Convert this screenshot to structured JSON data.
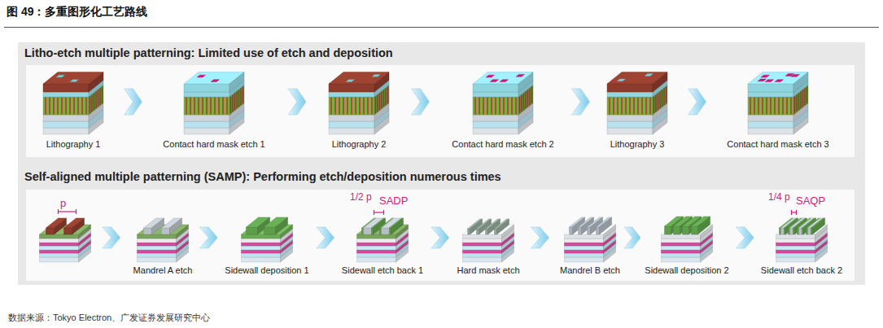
{
  "diagram": {
    "title": "图 49：多重图形化工艺路线",
    "caption": "数据来源：Tokyo Electron、广发证券发展研究中心",
    "nodes": [
      {
        "text": [
          "Litho-etch multiple patterning: Limited use of etch and deposition"
        ]
      },
      {
        "text": [
          "Lithography 1"
        ],
        "in": 0
      },
      {
        "text": [
          "Contact hard mask etch 1"
        ],
        "in": 0
      },
      {
        "text": [
          "Lithography 2"
        ],
        "in": 0
      },
      {
        "text": [
          "Contact hard mask etch 2"
        ],
        "in": 0
      },
      {
        "text": [
          "Lithography 3"
        ],
        "in": 0
      },
      {
        "text": [
          "Contact hard mask etch 3"
        ],
        "in": 0
      },
      {
        "text": [
          "Self-aligned multiple patterning (SAMP): Performing etch/deposition numerous times"
        ]
      },
      {
        "text": [
          "p"
        ],
        "in": 7
      },
      {
        "text": [
          "Mandrel A etch"
        ],
        "in": 7
      },
      {
        "text": [
          "Sidewall deposition 1"
        ],
        "in": 7
      },
      {
        "text": [
          "Sidewall etch back 1"
        ],
        "in": 7
      },
      {
        "text": [
          "Hard mask etch"
        ],
        "in": 7
      },
      {
        "text": [
          "Mandrel B etch"
        ],
        "in": 7
      },
      {
        "text": [
          "Sidewall deposition 2"
        ],
        "in": 7
      },
      {
        "text": [
          "Sidewall etch back 2"
        ],
        "in": 7
      }
    ],
    "edges": [
      {
        "from": 1,
        "to": 2,
        "arrow": "to"
      },
      {
        "from": 2,
        "to": 3,
        "arrow": "to"
      },
      {
        "from": 3,
        "to": 4,
        "arrow": "to"
      },
      {
        "from": 4,
        "to": 5,
        "arrow": "to"
      },
      {
        "from": 5,
        "to": 6,
        "arrow": "to"
      },
      {
        "from": 8,
        "to": 9,
        "arrow": "to"
      },
      {
        "from": 9,
        "to": 10,
        "arrow": "to"
      },
      {
        "from": 10,
        "to": 11,
        "arrow": "to"
      },
      {
        "from": 11,
        "to": 12,
        "arrow": "to"
      },
      {
        "from": 12,
        "to": 13,
        "arrow": "to"
      },
      {
        "from": 13,
        "to": 14,
        "arrow": "to"
      },
      {
        "from": 14,
        "to": 15,
        "arrow": "to"
      }
    ],
    "labels": [
      "1/2 p",
      "SADP",
      "1/4 p",
      "SAQP"
    ]
  }
}
